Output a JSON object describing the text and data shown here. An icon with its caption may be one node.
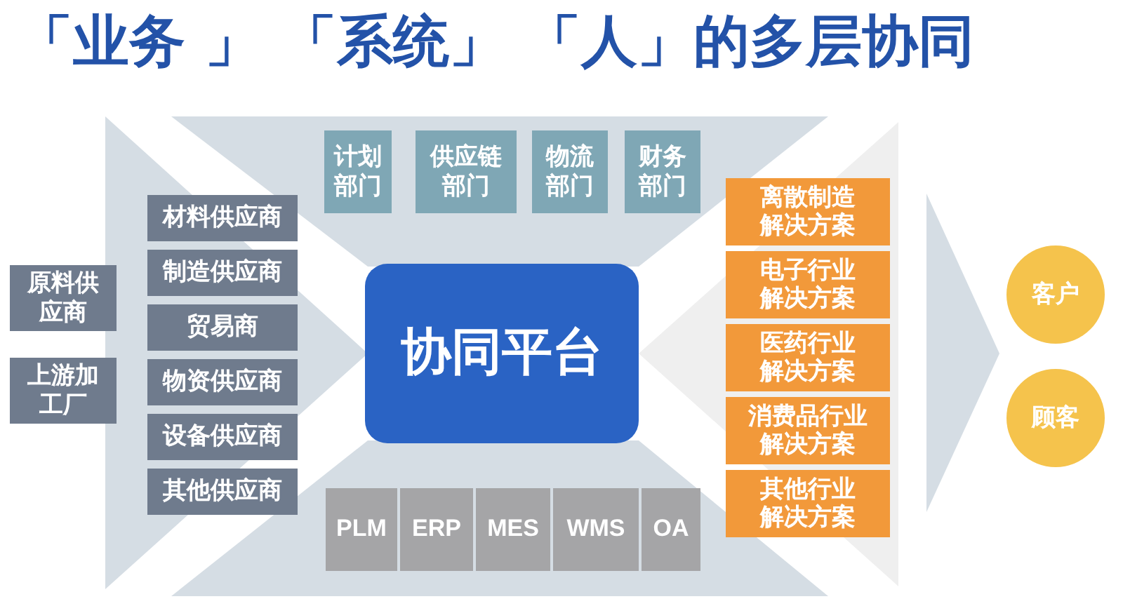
{
  "diagram": {
    "title": "「业务 」 「系统」 「人」的多层协同",
    "nodes": [
      {
        "text": [
          "原料供应商"
        ]
      },
      {
        "text": [
          "上游加工厂"
        ]
      },
      {
        "text": [
          "材料供应商"
        ]
      },
      {
        "text": [
          "制造供应商"
        ]
      },
      {
        "text": [
          "贸易商"
        ]
      },
      {
        "text": [
          "物资供应商"
        ]
      },
      {
        "text": [
          "设备供应商"
        ]
      },
      {
        "text": [
          "其他供应商"
        ]
      },
      {
        "text": [
          "计划部门"
        ]
      },
      {
        "text": [
          "供应链部门"
        ]
      },
      {
        "text": [
          "物流部门"
        ]
      },
      {
        "text": [
          "财务部门"
        ]
      },
      {
        "text": [
          "协同平台"
        ]
      },
      {
        "text": [
          "PLM"
        ]
      },
      {
        "text": [
          "ERP"
        ]
      },
      {
        "text": [
          "MES"
        ]
      },
      {
        "text": [
          "WMS"
        ]
      },
      {
        "text": [
          "OA"
        ]
      },
      {
        "text": [
          "离散制造解决方案"
        ]
      },
      {
        "text": [
          "电子行业解决方案"
        ]
      },
      {
        "text": [
          "医药行业解决方案"
        ]
      },
      {
        "text": [
          "消费品行业解决方案"
        ]
      },
      {
        "text": [
          "其他行业解决方案"
        ]
      },
      {
        "text": [
          "客户"
        ]
      },
      {
        "text": [
          "顾客"
        ]
      }
    ]
  }
}
